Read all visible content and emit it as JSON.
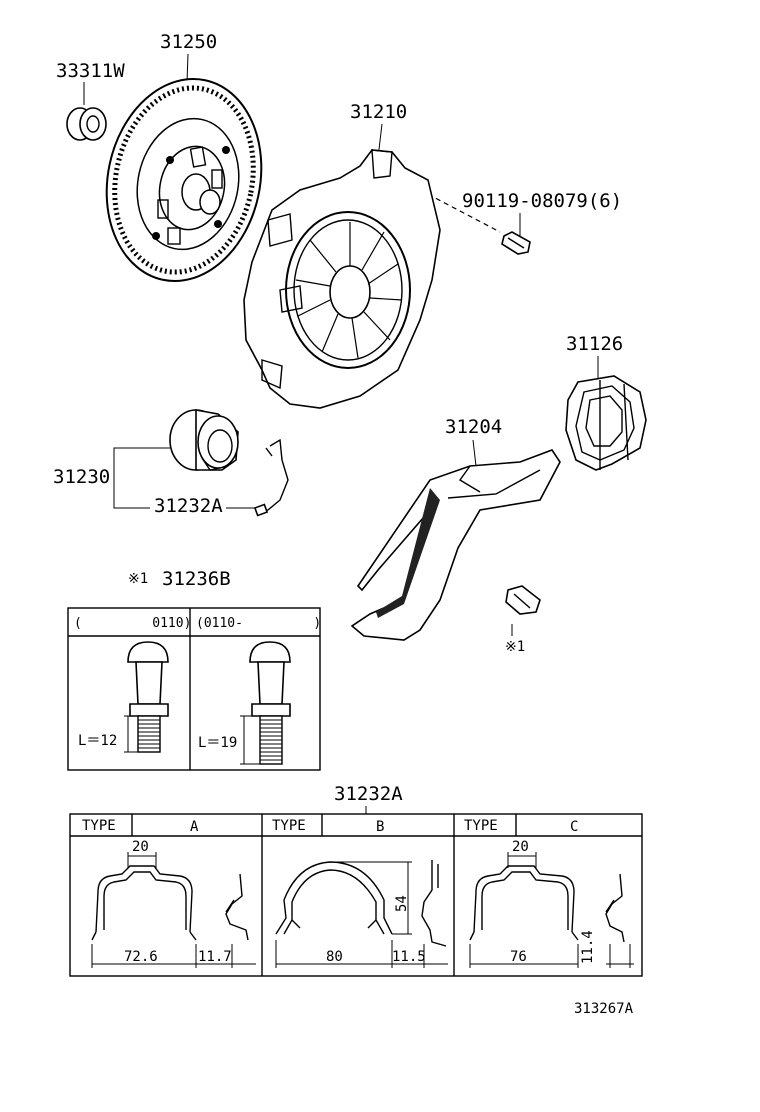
{
  "parts": {
    "bearing_pilot": "33311W",
    "clutch_disc": "31250",
    "clutch_cover": "31210",
    "bolt": "90119-08079(6)",
    "boot": "31126",
    "release_fork": "31204",
    "release_bearing": "31230",
    "clip": "31232A",
    "fork_support_mark": "※1",
    "fork_support": "31236B",
    "fork_support_note": "※1"
  },
  "support_table": {
    "col1_header": "(         0110)",
    "col2_header": "(0110-         )",
    "col1_length": "L＝12",
    "col2_length": "L＝19"
  },
  "clip_table": {
    "title": "31232A",
    "type_label": "TYPE",
    "types": [
      {
        "name": "A",
        "dim_top": "20",
        "dim_width": "72.6",
        "dim_side": "11.7"
      },
      {
        "name": "B",
        "dim_height": "54",
        "dim_width": "80",
        "dim_side": "11.5"
      },
      {
        "name": "C",
        "dim_top": "20",
        "dim_width": "76",
        "dim_side": "11.4"
      }
    ]
  },
  "drawing_code": "313267A"
}
